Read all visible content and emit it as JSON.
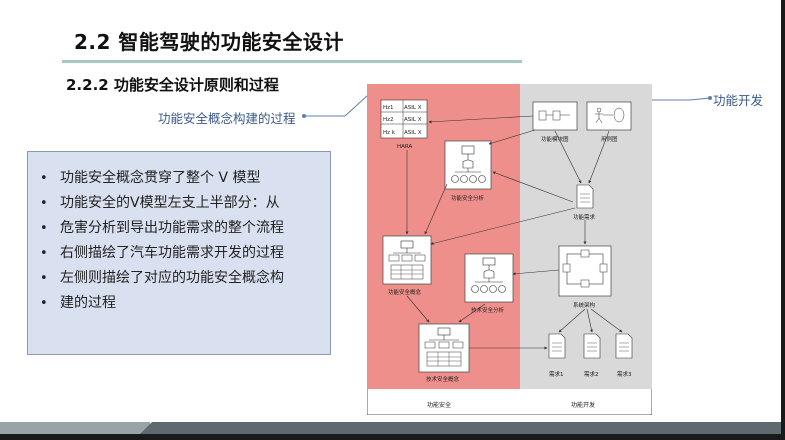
{
  "slide": {
    "title": "2.2 智能驾驶的功能安全设计",
    "subtitle": "2.2.2 功能安全设计原则和过程",
    "bullets": [
      "功能安全概念贯穿了整个 V 模型",
      "功能安全的V模型左支上半部分：从",
      "危害分析到导出功能需求的整个流程",
      "右侧描绘了汽车功能需求开发的过程",
      "左侧则描绘了对应的功能安全概念构",
      "建的过程"
    ],
    "callout_left": "功能安全概念构建的过程",
    "callout_right": "功能开发"
  },
  "diagram": {
    "hara_rows": [
      {
        "hz": "Hz1",
        "asil": "ASIL X"
      },
      {
        "hz": "Hz2",
        "asil": "ASIL X"
      },
      {
        "hz": "Hz k",
        "asil": "ASIL X"
      }
    ],
    "hara_label": "HARA",
    "left_labels": {
      "fsa": "功能安全分析",
      "fsc": "功能安全概念",
      "tsa": "技术安全分析",
      "tsc": "技术安全概念"
    },
    "right_labels": {
      "module": "功能模块图",
      "usecase": "用例图",
      "func_req": "功能需求",
      "arch": "系统架构",
      "req1": "需求1",
      "req2": "需求2",
      "req3": "需求3"
    },
    "bottom_labels": {
      "left": "功能安全",
      "right": "功能开发"
    },
    "colors": {
      "left_bg": "#ef8f8c",
      "right_bg": "#d9d9d9"
    }
  }
}
